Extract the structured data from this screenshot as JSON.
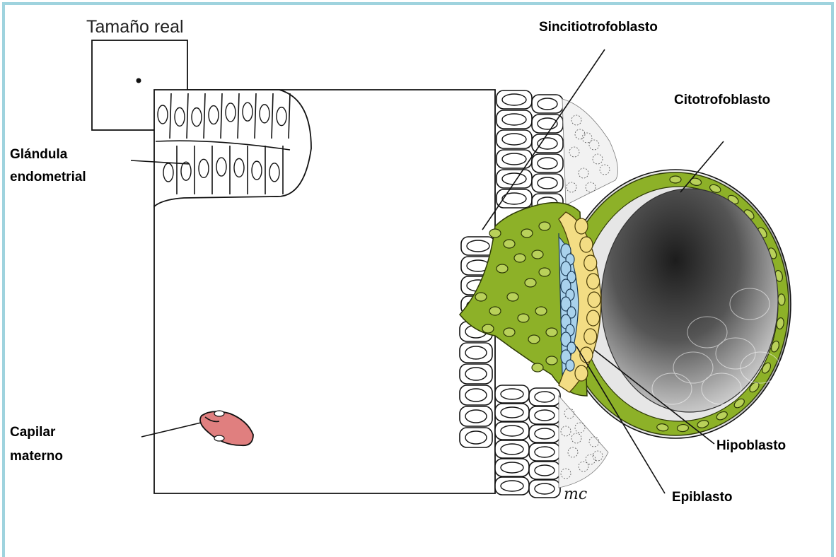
{
  "scale_box": {
    "label": "Tamaño real"
  },
  "labels": {
    "sincitiotrofoblasto": "Sincitiotrofoblasto",
    "citotrofoblasto": "Citotrofoblasto",
    "glandula_line1": "Glándula",
    "glandula_line2": "endometrial",
    "capilar_line1": "Capilar",
    "capilar_line2": "materno",
    "hipoblasto": "Hipoblasto",
    "epiblasto": "Epiblasto"
  },
  "signature": "mc",
  "colors": {
    "frame_border": "#9fd3de",
    "trophoblast": "#8db128",
    "epiblast": "#a9d2ec",
    "hypoblast": "#f3dd84",
    "capillary": "#e07f7f"
  }
}
